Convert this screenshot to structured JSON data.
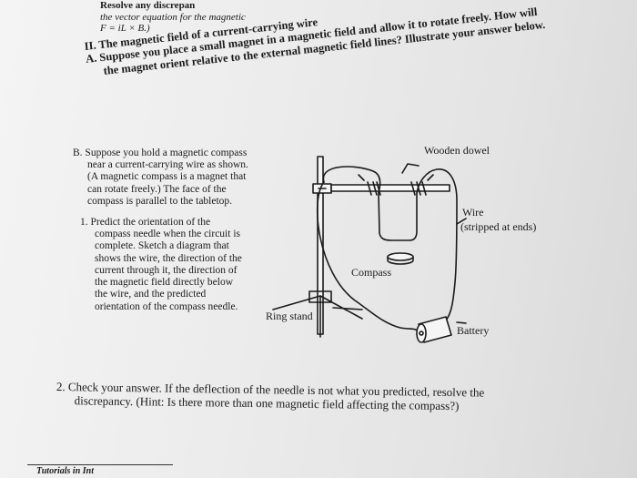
{
  "header": {
    "line1": "Resolve any discrepan",
    "line2": "the vector equation for the magnetic",
    "line3": "F = iL × B.)"
  },
  "section2": {
    "heading": "II. The magnetic field of a current-carrying wire",
    "part_a_line1": "A. Suppose you place a small magnet in a magnetic field and allow it to rotate freely. How will",
    "part_a_line2": "the magnet orient relative to the external magnetic field lines? Illustrate your answer below."
  },
  "section_b": {
    "line1": "B. Suppose you hold a magnetic compass",
    "line2": "near a current-carrying wire as shown.",
    "line3": "(A magnetic compass is a magnet that",
    "line4": "can rotate freely.) The face of the",
    "line5": "compass is parallel to the tabletop."
  },
  "question1": {
    "line1": "1. Predict the orientation of the",
    "line2": "compass needle when the circuit is",
    "line3": "complete. Sketch a diagram that",
    "line4": "shows the wire, the direction of the",
    "line5": "current through it, the direction of",
    "line6": "the magnetic field directly below",
    "line7": "the wire, and the predicted",
    "line8": "orientation of the compass needle."
  },
  "diagram_labels": {
    "wooden_dowel": "Wooden dowel",
    "wire": "Wire",
    "wire_note": "(stripped at ends)",
    "compass": "Compass",
    "ring_stand": "Ring stand",
    "battery": "Battery"
  },
  "question2": {
    "line1": "2. Check your answer. If the deflection of the needle is not what you predicted, resolve the",
    "line2": "discrepancy. (Hint: Is there more than one magnetic field affecting the compass?)"
  },
  "footer": {
    "text": "Tutorials in Int"
  }
}
